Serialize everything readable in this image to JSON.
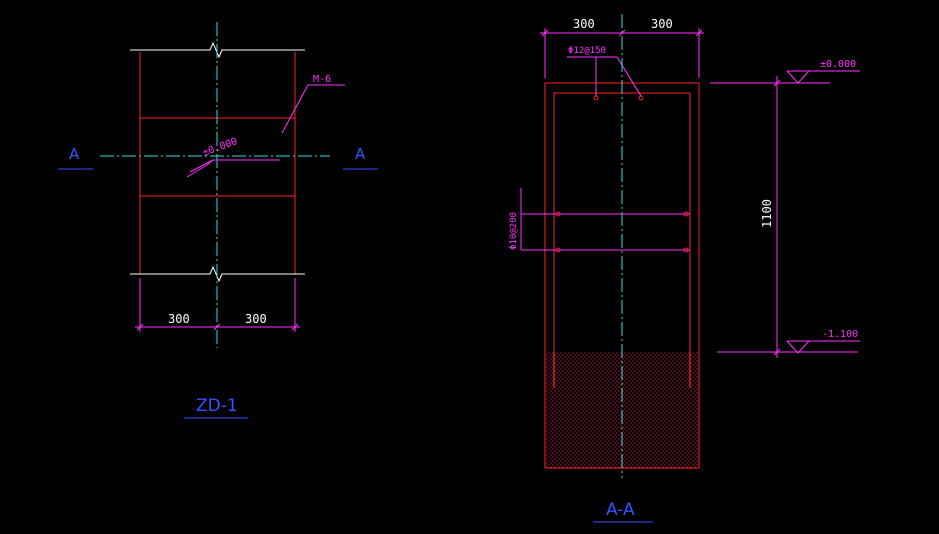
{
  "drawing": {
    "plan": {
      "title": "ZD-1",
      "section_mark_left": "A",
      "section_mark_right": "A",
      "member_label": "M-6",
      "elevation_label": "±0.000",
      "dim_left": "300",
      "dim_right": "300"
    },
    "section": {
      "title": "A-A",
      "dim_left": "300",
      "dim_right": "300",
      "top_rebar_label": "Φ12@150",
      "side_rebar_label": "Φ10@200",
      "height_dim": "1100",
      "elev_top": "±0.000",
      "elev_bottom": "-1.100"
    }
  },
  "colors": {
    "background": "#000000",
    "outline": "#ff2222",
    "dimension": "#ff33ff",
    "centerline": "#33dddd",
    "break_line": "#ffffff",
    "title": "#3355ff"
  }
}
